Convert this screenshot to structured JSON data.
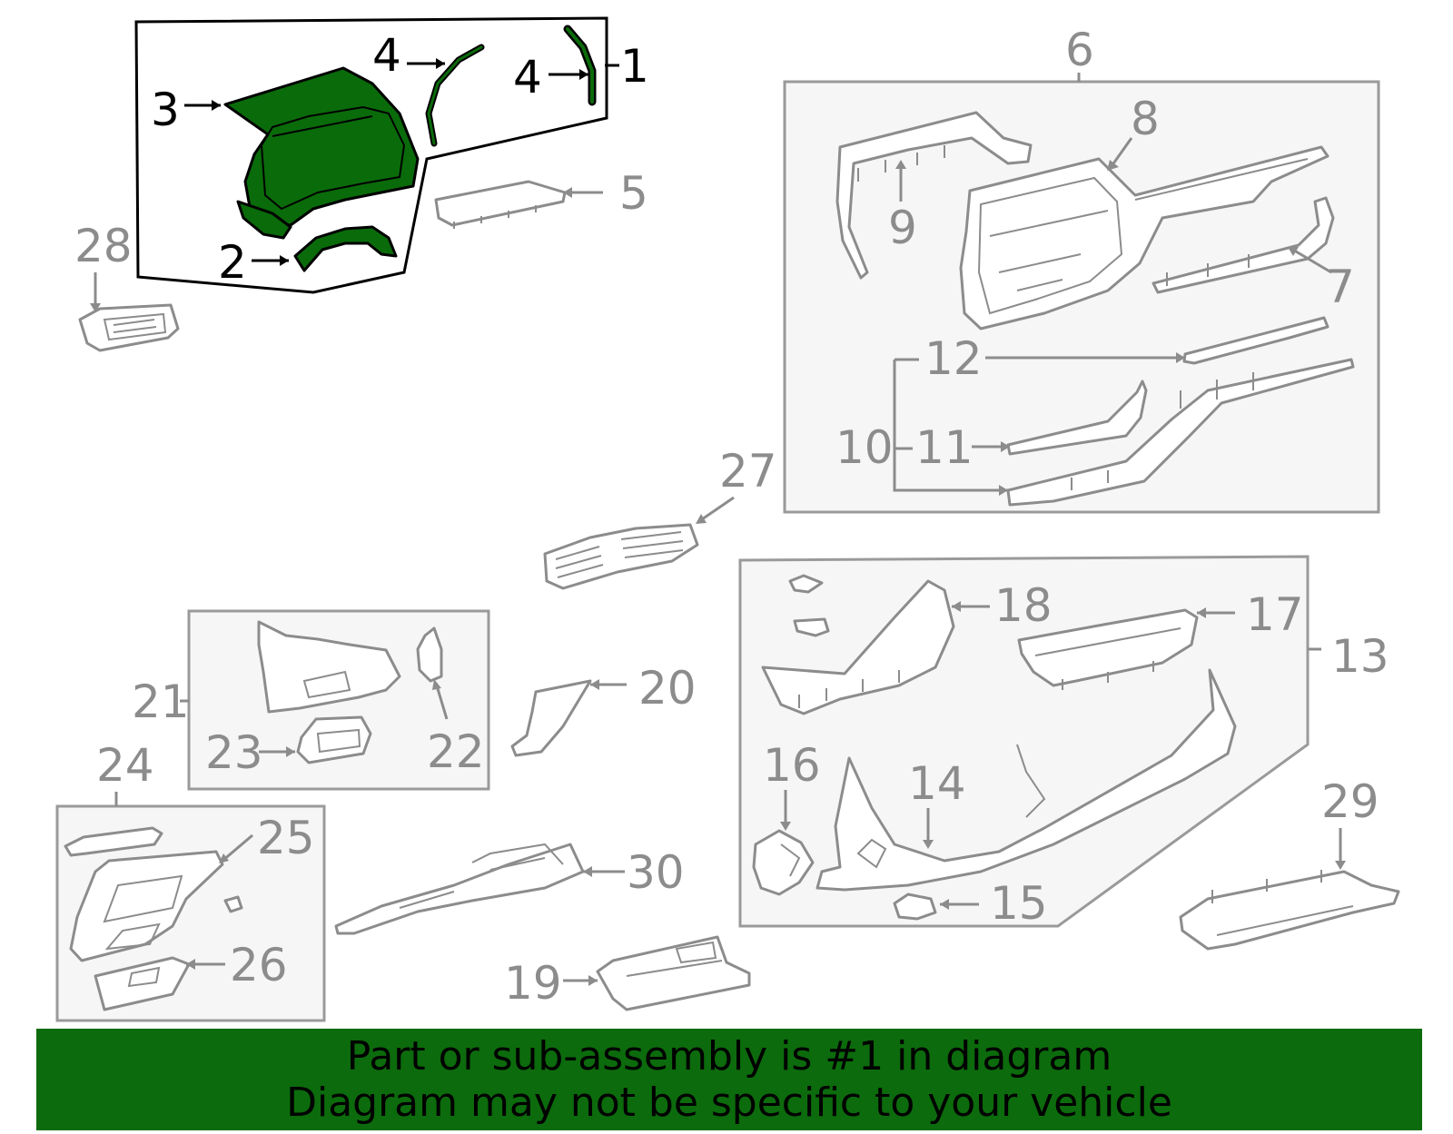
{
  "diagram": {
    "highlighted_part": "1",
    "colors": {
      "highlight": "#0a6b0a",
      "banner": "#0c6b0c",
      "part_outline": "#8c8c8c",
      "group_box": "#9a9a9a"
    },
    "callouts": {
      "c1": "1",
      "c2": "2",
      "c3": "3",
      "c4a": "4",
      "c4b": "4",
      "c5": "5",
      "c6": "6",
      "c7": "7",
      "c8": "8",
      "c9": "9",
      "c10": "10",
      "c11": "11",
      "c12": "12",
      "c13": "13",
      "c14": "14",
      "c15": "15",
      "c16": "16",
      "c17": "17",
      "c18": "18",
      "c19": "19",
      "c20": "20",
      "c21": "21",
      "c22": "22",
      "c23": "23",
      "c24": "24",
      "c25": "25",
      "c26": "26",
      "c27": "27",
      "c28": "28",
      "c29": "29",
      "c30": "30"
    }
  },
  "banner": {
    "line1": "Part or sub-assembly is #1 in diagram",
    "line2": "Diagram may not be specific to your vehicle"
  }
}
